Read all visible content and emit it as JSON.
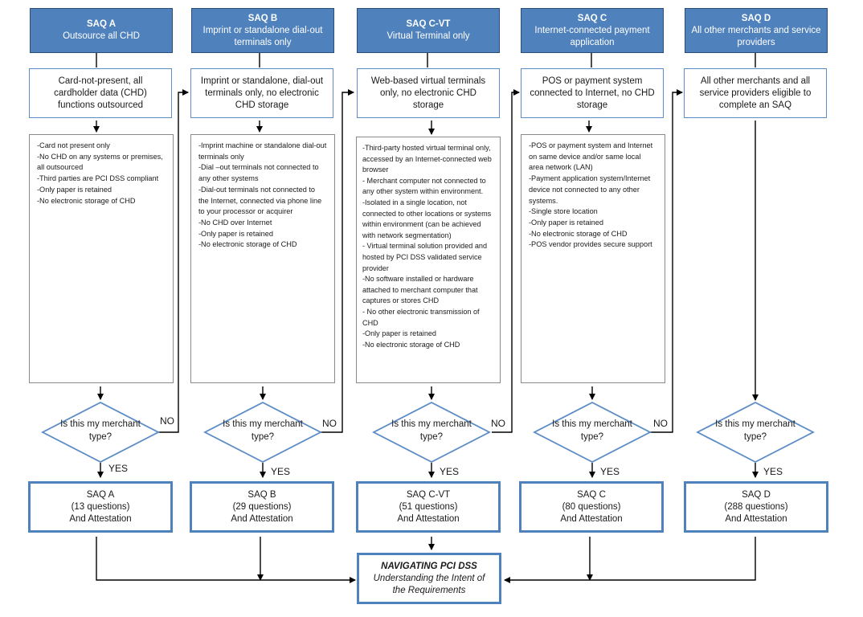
{
  "columns": [
    {
      "header": {
        "title": "SAQ A",
        "subtitle": "Outsource all CHD"
      },
      "description": "Card-not-present, all cardholder data (CHD) functions outsourced",
      "criteria": "-Card not present only\n-No CHD on any systems or premises, all outsourced\n-Third parties are PCI DSS compliant\n-Only paper is retained\n-No electronic storage of CHD",
      "question": "Is this my merchant type?",
      "no_label": "NO",
      "yes_label": "YES",
      "result": {
        "name": "SAQ A",
        "count": "(13 questions)",
        "attestation": "And Attestation"
      }
    },
    {
      "header": {
        "title": "SAQ B",
        "subtitle": "Imprint or standalone dial-out terminals only"
      },
      "description": "Imprint or standalone, dial-out terminals only, no electronic CHD storage",
      "criteria": "-Imprint machine or standalone dial-out terminals only\n-Dial –out terminals not connected to any other systems\n-Dial-out terminals not connected to the Internet, connected via phone line to your processor or acquirer\n-No CHD over Internet\n-Only paper is retained\n-No electronic storage of CHD",
      "question": "Is this my merchant type?",
      "no_label": "NO",
      "yes_label": "YES",
      "result": {
        "name": "SAQ B",
        "count": "(29 questions)",
        "attestation": "And Attestation"
      }
    },
    {
      "header": {
        "title": "SAQ C-VT",
        "subtitle": "Virtual Terminal only"
      },
      "description": "Web-based virtual terminals only, no electronic CHD storage",
      "criteria": "-Third-party hosted virtual terminal only, accessed by an Internet-connected web browser\n- Merchant computer not connected to any other system within environment.\n-Isolated in a single location, not connected to other locations or systems within environment (can be achieved with network segmentation)\n- Virtual terminal solution provided and hosted by PCI DSS validated service provider\n-No software installed or hardware attached to merchant computer that captures or stores CHD\n- No other electronic transmission of CHD\n-Only paper is retained\n-No electronic storage of CHD",
      "question": "Is this my merchant type?",
      "no_label": "NO",
      "yes_label": "YES",
      "result": {
        "name": "SAQ C-VT",
        "count": "(51 questions)",
        "attestation": "And Attestation"
      }
    },
    {
      "header": {
        "title": "SAQ C",
        "subtitle": "Internet-connected payment application"
      },
      "description": "POS or payment system connected to Internet, no CHD storage",
      "criteria": "-POS or payment system and Internet on same device and/or same local area network (LAN)\n-Payment application system/Internet device not connected to any other systems.\n-Single store location\n-Only paper is retained\n-No electronic storage of CHD\n-POS vendor provides secure support",
      "question": "Is this my merchant type?",
      "no_label": "NO",
      "yes_label": "YES",
      "result": {
        "name": "SAQ C",
        "count": "(80 questions)",
        "attestation": "And Attestation"
      }
    },
    {
      "header": {
        "title": "SAQ D",
        "subtitle": "All other merchants and service providers"
      },
      "description": "All other merchants and all service providers eligible to complete an SAQ",
      "question": "Is this my merchant type?",
      "yes_label": "YES",
      "result": {
        "name": "SAQ D",
        "count": "(288 questions)",
        "attestation": "And Attestation"
      }
    }
  ],
  "final": {
    "title": "NAVIGATING PCI DSS",
    "subtitle": "Understanding the Intent of the Requirements"
  }
}
